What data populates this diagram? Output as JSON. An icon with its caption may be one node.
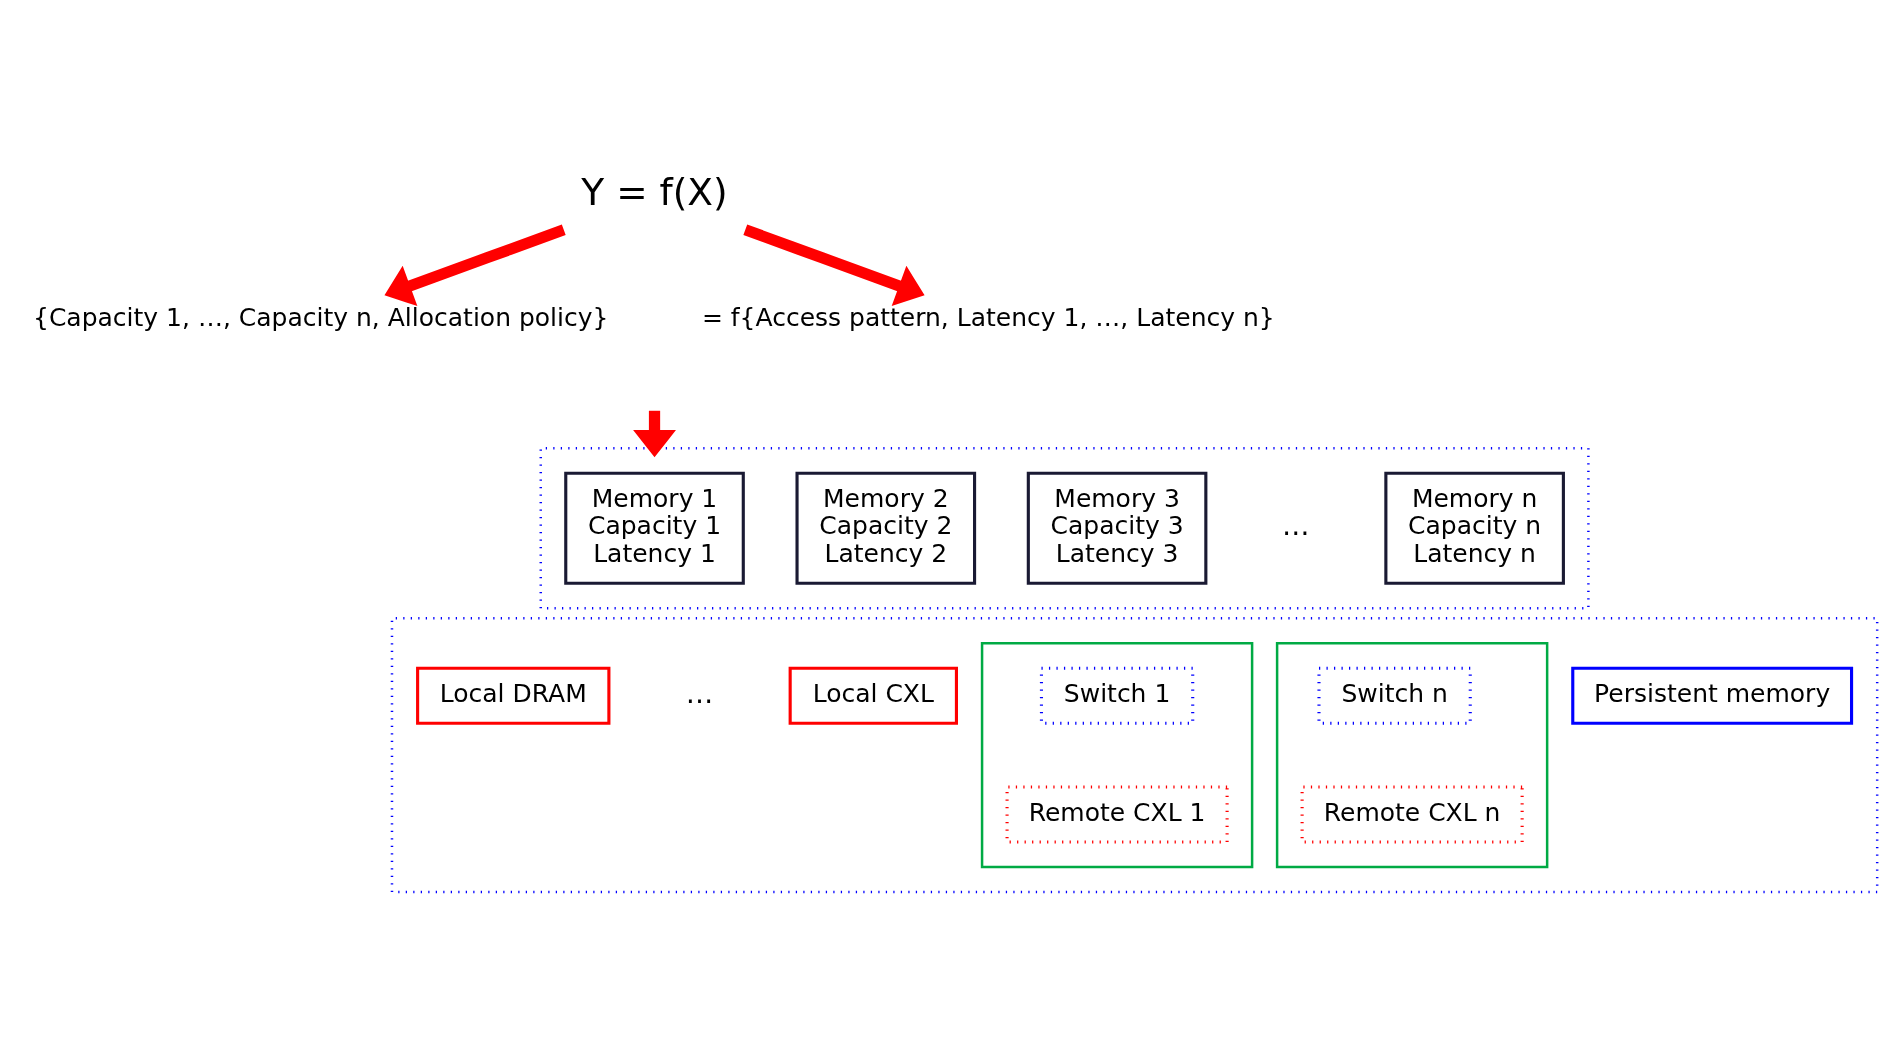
{
  "diagram": {
    "nodes": [
      {
        "text": [
          "Y = f(X)"
        ]
      },
      {
        "text": [
          "{Capacity 1, …, Capacity n, Allocation policy}"
        ]
      },
      {
        "text": [
          "= f{Access pattern, Latency 1, …, Latency n}"
        ]
      },
      {
        "text": [],
        "shape": "box"
      },
      {
        "text": [
          "Memory 1",
          "Capacity 1",
          "Latency 1"
        ],
        "in": 3
      },
      {
        "text": [
          "Memory 2",
          "Capacity 2",
          "Latency 2"
        ],
        "in": 3
      },
      {
        "text": [
          "Memory 3",
          "Capacity 3",
          "Latency 3"
        ],
        "in": 3
      },
      {
        "text": [
          "Memory n",
          "Capacity n",
          "Latency n"
        ],
        "in": 3
      },
      {
        "text": [],
        "shape": "box"
      },
      {
        "text": [
          "Local DRAM"
        ],
        "in": 8
      },
      {
        "text": [
          "Local CXL"
        ],
        "in": 8
      },
      {
        "text": [],
        "shape": "box",
        "in": 8
      },
      {
        "text": [
          "Switch 1"
        ],
        "in": 11
      },
      {
        "text": [
          "Remote CXL 1"
        ],
        "in": 11
      },
      {
        "text": [],
        "shape": "box",
        "in": 8
      },
      {
        "text": [
          "Switch n"
        ],
        "in": 14
      },
      {
        "text": [
          "Remote CXL n"
        ],
        "in": 14
      },
      {
        "text": [
          "Persistent memory"
        ],
        "in": 8
      }
    ],
    "edges": [
      {
        "from": 0,
        "to": 1,
        "arrow": "to"
      },
      {
        "from": 0,
        "to": 2,
        "arrow": "to"
      },
      {
        "from": null,
        "to": 3,
        "arrow": "to"
      }
    ],
    "labels": [
      "…",
      "…"
    ]
  }
}
